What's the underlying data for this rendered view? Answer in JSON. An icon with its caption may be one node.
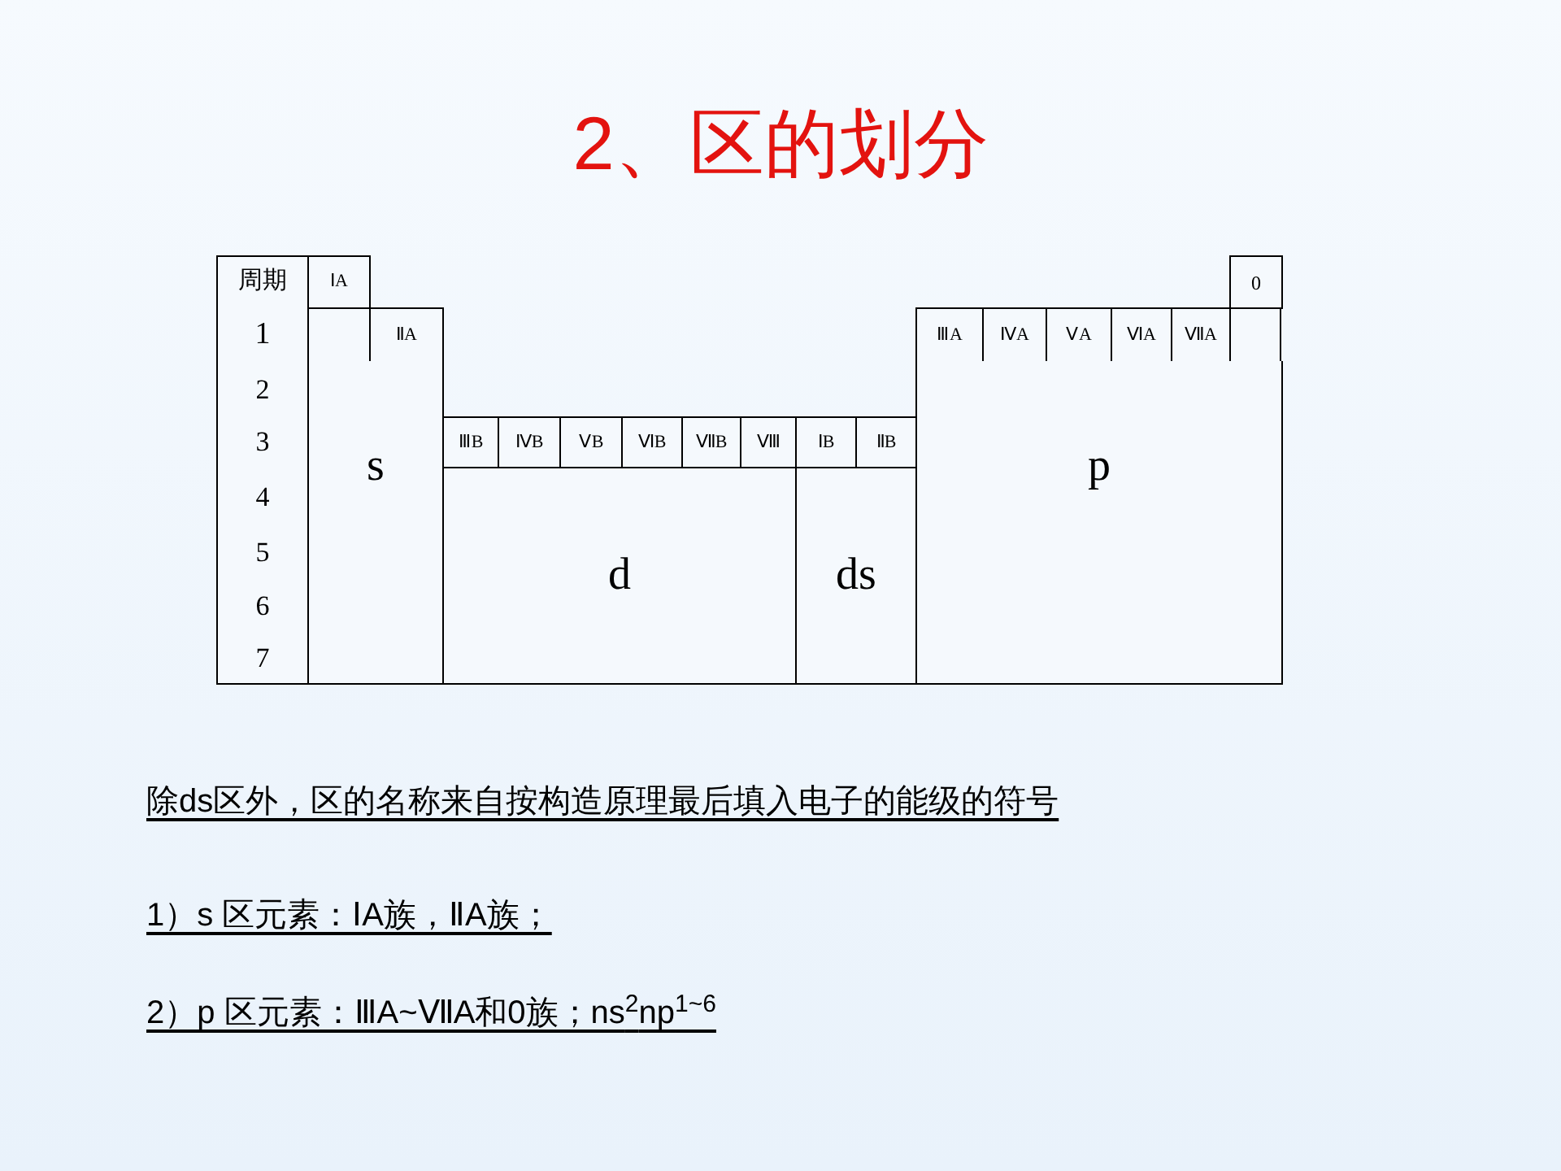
{
  "diagram": {
    "title": "2、区的划分",
    "nodes": [
      {
        "text": [
          "周期"
        ]
      },
      {
        "text": [
          "ⅠA"
        ]
      },
      {
        "text": [
          "0"
        ]
      },
      {
        "text": [
          "1"
        ]
      },
      {
        "text": [
          "ⅡA"
        ]
      },
      {
        "text": [
          "ⅢA"
        ]
      },
      {
        "text": [
          "ⅣA"
        ]
      },
      {
        "text": [
          "ⅤA"
        ]
      },
      {
        "text": [
          "ⅥA"
        ]
      },
      {
        "text": [
          "ⅦA"
        ]
      },
      {
        "text": [
          "2"
        ]
      },
      {
        "text": [
          "3"
        ]
      },
      {
        "text": [
          "ⅢB"
        ]
      },
      {
        "text": [
          "ⅣB"
        ]
      },
      {
        "text": [
          "ⅤB"
        ]
      },
      {
        "text": [
          "ⅥB"
        ]
      },
      {
        "text": [
          "ⅦB"
        ]
      },
      {
        "text": [
          "Ⅷ"
        ]
      },
      {
        "text": [
          "ⅠB"
        ]
      },
      {
        "text": [
          "ⅡB"
        ]
      },
      {
        "text": [
          "4"
        ]
      },
      {
        "text": [
          "s"
        ]
      },
      {
        "text": [
          "p"
        ]
      },
      {
        "text": [
          "5"
        ]
      },
      {
        "text": [
          "d"
        ]
      },
      {
        "text": [
          "ds"
        ]
      },
      {
        "text": [
          "6"
        ]
      },
      {
        "text": [
          "7"
        ]
      }
    ],
    "labels": [
      "除ds区外，区的名称来自按构造原理最后填入电子的能级的符号",
      "1）s 区元素：ⅠA族，ⅡA族；",
      "2）p 区元素：ⅢA~ⅦA和0族；ns$^{2}$np$^{1~6}$"
    ]
  }
}
